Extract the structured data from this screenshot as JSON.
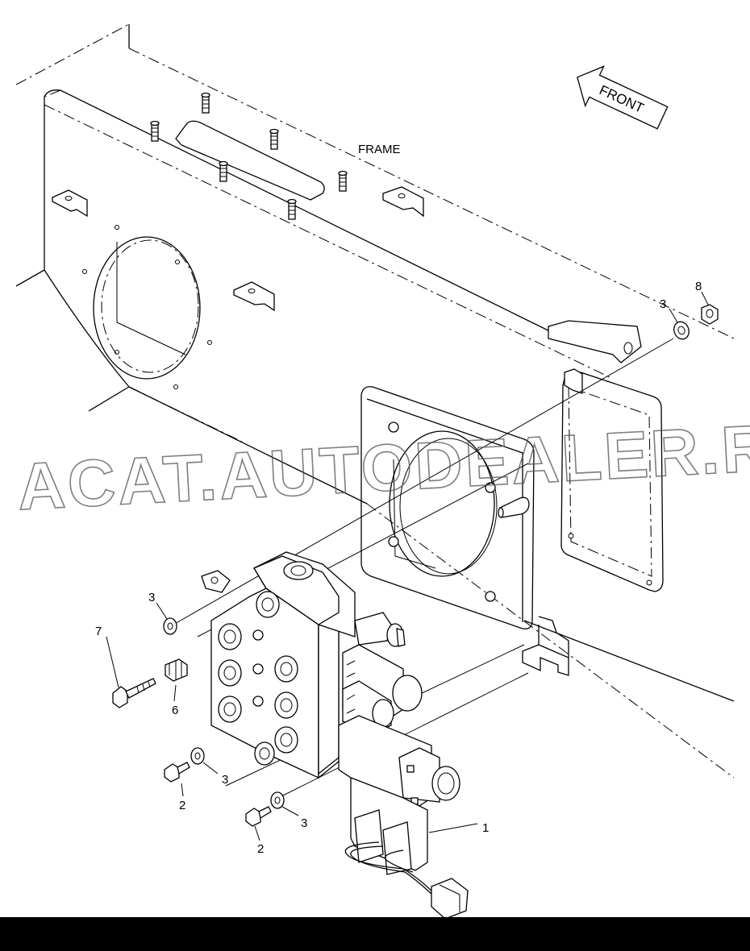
{
  "labels": {
    "frame": "FRAME",
    "front": "FRONT",
    "watermark": "ACAT.AUTODEALER.RU"
  },
  "callouts": {
    "p1": "1",
    "p2a": "2",
    "p2b": "2",
    "p3a": "3",
    "p3b": "3",
    "p3c": "3",
    "p3d": "3",
    "p6": "6",
    "p7": "7",
    "p8": "8"
  },
  "colors": {
    "line": "#000000",
    "background": "#ffffff",
    "bottom_bar": "#000000",
    "watermark": "#555555"
  }
}
